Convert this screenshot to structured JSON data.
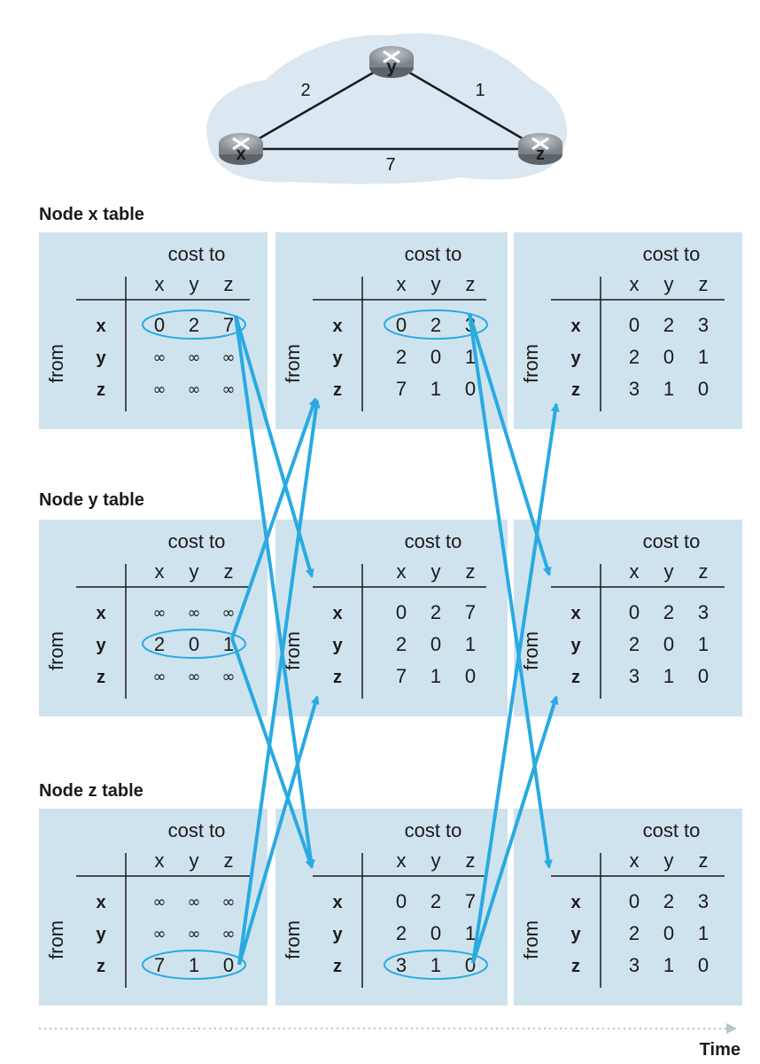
{
  "topology": {
    "nodes": [
      "x",
      "y",
      "z"
    ],
    "edges": [
      {
        "from": "x",
        "to": "y",
        "cost": "2"
      },
      {
        "from": "y",
        "to": "z",
        "cost": "1"
      },
      {
        "from": "x",
        "to": "z",
        "cost": "7"
      }
    ]
  },
  "labels": {
    "cost_to": "cost to",
    "from": "from",
    "time": "Time",
    "columns": [
      "x",
      "y",
      "z"
    ],
    "rows": [
      "x",
      "y",
      "z"
    ]
  },
  "nodes": [
    {
      "title": "Node x table",
      "tables": [
        {
          "values": [
            [
              "0",
              "2",
              "7"
            ],
            [
              "∞",
              "∞",
              "∞"
            ],
            [
              "∞",
              "∞",
              "∞"
            ]
          ],
          "highlight_row": 0
        },
        {
          "values": [
            [
              "0",
              "2",
              "3"
            ],
            [
              "2",
              "0",
              "1"
            ],
            [
              "7",
              "1",
              "0"
            ]
          ],
          "highlight_row": 0
        },
        {
          "values": [
            [
              "0",
              "2",
              "3"
            ],
            [
              "2",
              "0",
              "1"
            ],
            [
              "3",
              "1",
              "0"
            ]
          ],
          "highlight_row": null
        }
      ]
    },
    {
      "title": "Node y table",
      "tables": [
        {
          "values": [
            [
              "∞",
              "∞",
              "∞"
            ],
            [
              "2",
              "0",
              "1"
            ],
            [
              "∞",
              "∞",
              "∞"
            ]
          ],
          "highlight_row": 1
        },
        {
          "values": [
            [
              "0",
              "2",
              "7"
            ],
            [
              "2",
              "0",
              "1"
            ],
            [
              "7",
              "1",
              "0"
            ]
          ],
          "highlight_row": null
        },
        {
          "values": [
            [
              "0",
              "2",
              "3"
            ],
            [
              "2",
              "0",
              "1"
            ],
            [
              "3",
              "1",
              "0"
            ]
          ],
          "highlight_row": null
        }
      ]
    },
    {
      "title": "Node z table",
      "tables": [
        {
          "values": [
            [
              "∞",
              "∞",
              "∞"
            ],
            [
              "∞",
              "∞",
              "∞"
            ],
            [
              "7",
              "1",
              "0"
            ]
          ],
          "highlight_row": 2
        },
        {
          "values": [
            [
              "0",
              "2",
              "7"
            ],
            [
              "2",
              "0",
              "1"
            ],
            [
              "3",
              "1",
              "0"
            ]
          ],
          "highlight_row": 2
        },
        {
          "values": [
            [
              "0",
              "2",
              "3"
            ],
            [
              "2",
              "0",
              "1"
            ],
            [
              "3",
              "1",
              "0"
            ]
          ],
          "highlight_row": null
        }
      ]
    }
  ],
  "colors": {
    "panel": "#cfe3ee",
    "arrow": "#29aae1",
    "highlight": "#29aae1",
    "cloud": "#dbe7f1",
    "router": "#8a9196"
  }
}
